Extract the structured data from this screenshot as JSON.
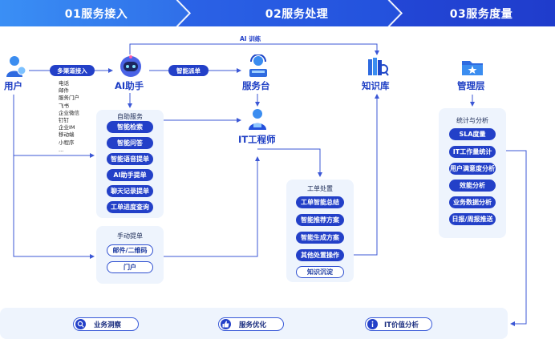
{
  "phases": [
    {
      "label": "01服务接入"
    },
    {
      "label": "02服务处理"
    },
    {
      "label": "03服务度量"
    }
  ],
  "nodes": {
    "user": "用户",
    "ai_assistant": "AI助手",
    "service_desk": "服务台",
    "knowledge_base": "知识库",
    "it_engineer": "IT工程师",
    "management": "管理层"
  },
  "edge_labels": {
    "multi_channel": "多渠道接入",
    "smart_dispatch": "智能派单",
    "ai_training": "AI 训练"
  },
  "channels": [
    "电话",
    "邮件",
    "服务门户",
    "飞书",
    "企业微信",
    "钉钉",
    "企业IM",
    "移动端",
    "小程序",
    "..."
  ],
  "self_service": {
    "title": "自助服务",
    "items": [
      "智能检索",
      "智能问答",
      "智能语音提单",
      "AI助手提单",
      "聊天记录提单",
      "工单进度查询"
    ]
  },
  "manual_ticket": {
    "title": "手动提单",
    "items": [
      "邮件/二维码",
      "门户"
    ]
  },
  "ticket_handling": {
    "title": "工单处置",
    "items": [
      "工单智能总结",
      "智能推荐方案",
      "智能生成方案",
      "其他处置操作"
    ],
    "outline_item": "知识沉淀"
  },
  "stats": {
    "title": "统计与分析",
    "items": [
      "SLA度量",
      "IT工作量统计",
      "用户满意度分析",
      "效能分析",
      "业务数据分析",
      "日报/周报推送"
    ]
  },
  "bottom": [
    {
      "label": "业务洞察",
      "icon": "search-icon"
    },
    {
      "label": "服务优化",
      "icon": "thumbs-up-icon"
    },
    {
      "label": "IT价值分析",
      "icon": "info-icon"
    }
  ],
  "colors": {
    "primary": "#2340c8",
    "header_dark": "#1f3fd0",
    "header_light": "#3d7cf0",
    "line": "#3b57d6",
    "panel": "#eef4fd"
  }
}
